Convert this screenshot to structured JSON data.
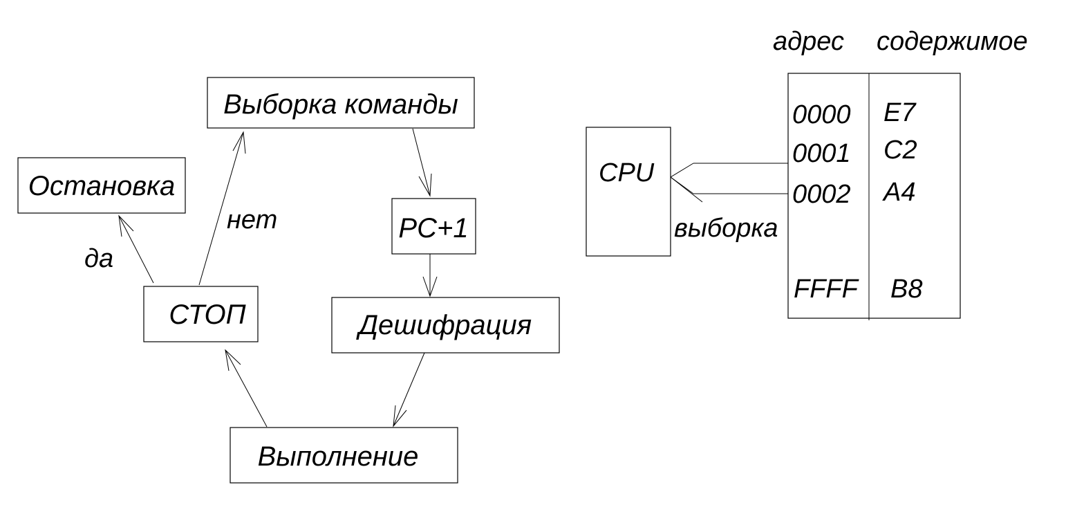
{
  "flowchart": {
    "fetch": "Выборка команды",
    "halt": "Остановка",
    "pc_inc": "PC+1",
    "stop_check": "СТОП",
    "decode": "Дешифрация",
    "execute": "Выполнение",
    "label_no": "нет",
    "label_yes": "да"
  },
  "memory": {
    "header_address": "адрес",
    "header_content": "содержимое",
    "cpu_label": "CPU",
    "fetch_label": "выборка",
    "rows": [
      {
        "address": "0000",
        "content": "E7"
      },
      {
        "address": "0001",
        "content": "C2"
      },
      {
        "address": "0002",
        "content": "A4"
      },
      {
        "address": "FFFF",
        "content": "B8"
      }
    ]
  }
}
